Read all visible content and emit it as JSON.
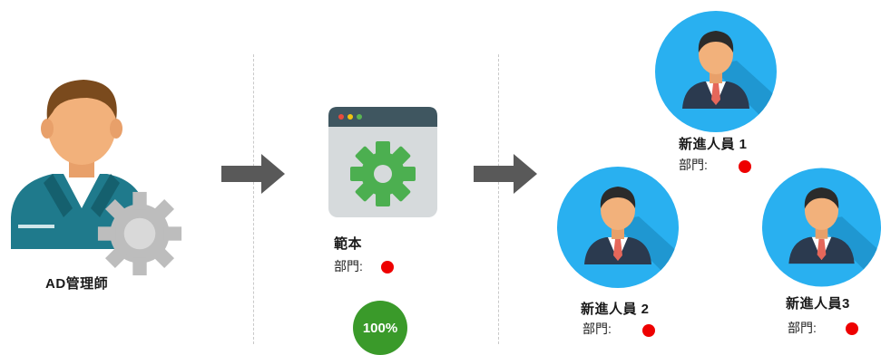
{
  "admin": {
    "label": "AD管理師"
  },
  "template": {
    "name": "範本",
    "dept_label": "部門:",
    "progress": "100%",
    "status_color": "#ee0000"
  },
  "users": [
    {
      "name": "新進人員 1",
      "dept_label": "部門:"
    },
    {
      "name": "新進人員 2",
      "dept_label": "部門:"
    },
    {
      "name": "新進人員3",
      "dept_label": "部門:"
    }
  ],
  "colors": {
    "arrow": "#595959",
    "divider": "#c9c9c9",
    "avatar_bg": "#29b0f0",
    "progress": "#3a9a2a",
    "gear": "#4caf50"
  },
  "icons": [
    "admin-person-icon",
    "settings-gear-icon",
    "arrow-right-icon",
    "template-window-icon",
    "user-avatar-icon"
  ]
}
